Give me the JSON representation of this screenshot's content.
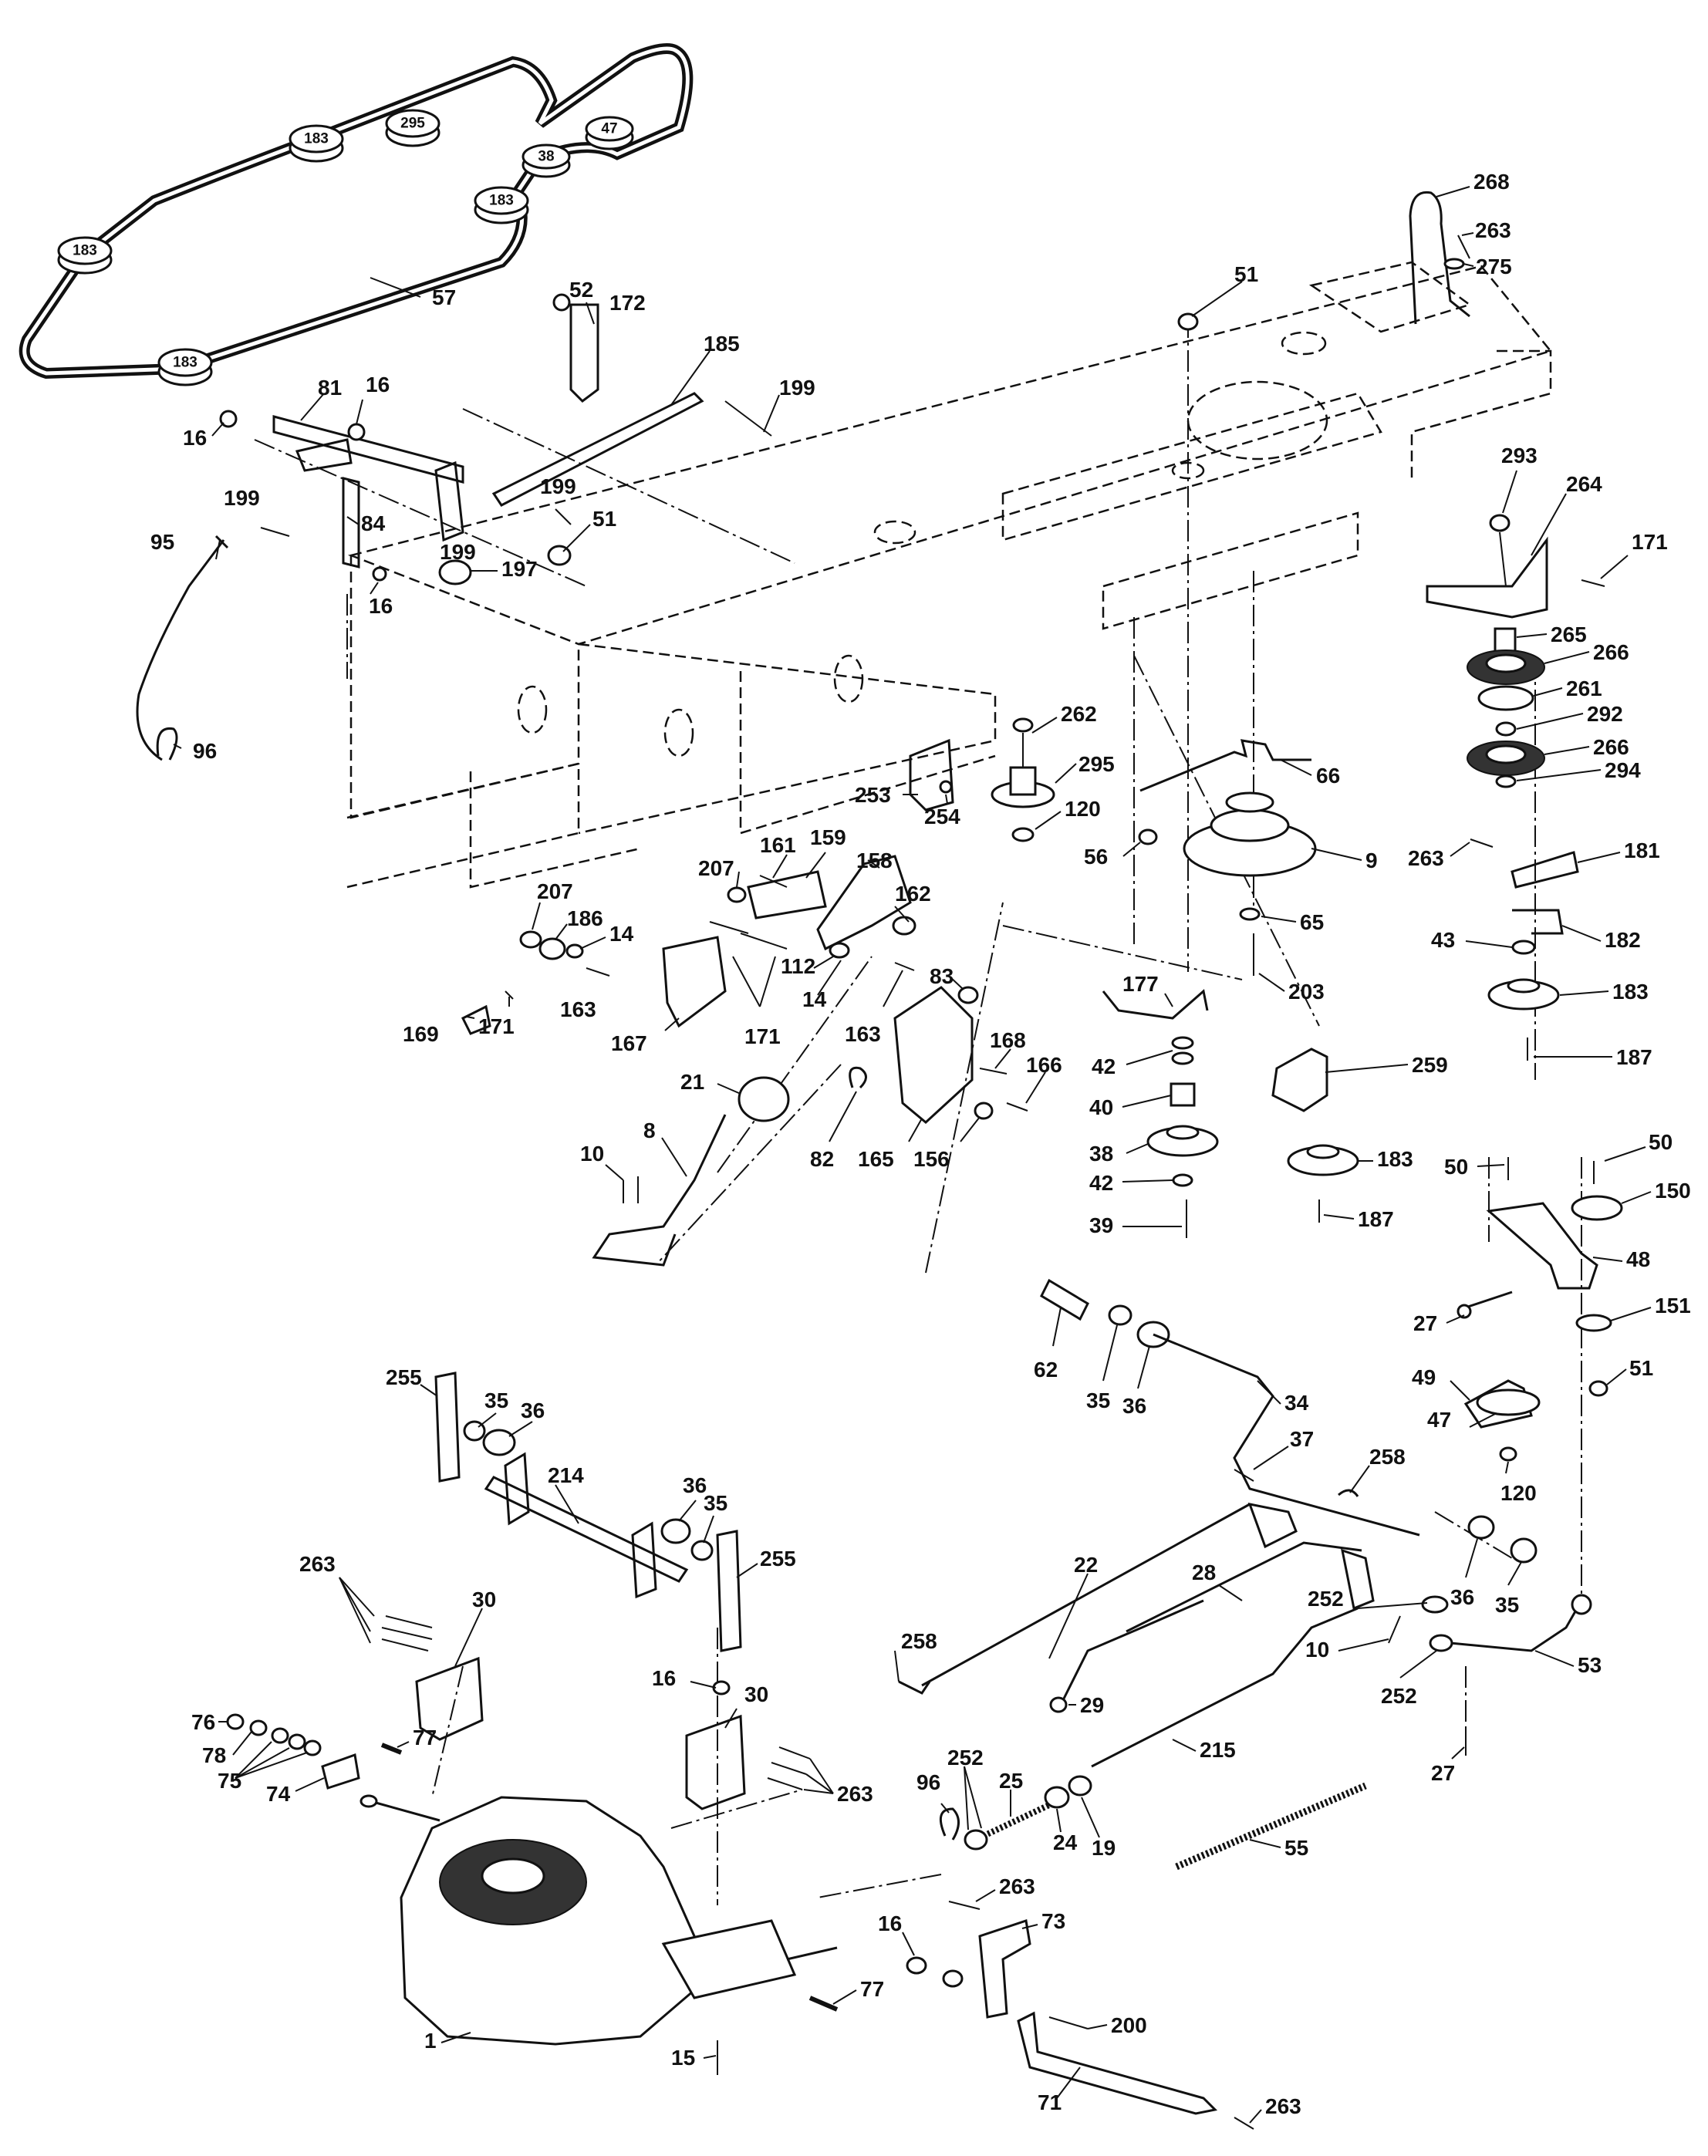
{
  "belt_routing": {
    "pulleys": [
      "183",
      "295",
      "47",
      "38",
      "183",
      "183",
      "183"
    ]
  },
  "callouts": [
    {
      "id": "c57",
      "label": "57"
    },
    {
      "id": "c52",
      "label": "52"
    },
    {
      "id": "c172",
      "label": "172"
    },
    {
      "id": "c185",
      "label": "185"
    },
    {
      "id": "c199a",
      "label": "199"
    },
    {
      "id": "c81",
      "label": "81"
    },
    {
      "id": "c16a",
      "label": "16"
    },
    {
      "id": "c16b",
      "label": "16"
    },
    {
      "id": "c199b",
      "label": "199"
    },
    {
      "id": "c199c",
      "label": "199"
    },
    {
      "id": "c199d",
      "label": "199"
    },
    {
      "id": "c84",
      "label": "84"
    },
    {
      "id": "c51a",
      "label": "51"
    },
    {
      "id": "c197",
      "label": "197"
    },
    {
      "id": "c16c",
      "label": "16"
    },
    {
      "id": "c95",
      "label": "95"
    },
    {
      "id": "c96a",
      "label": "96"
    },
    {
      "id": "c51b",
      "label": "51"
    },
    {
      "id": "c268",
      "label": "268"
    },
    {
      "id": "c263a",
      "label": "263"
    },
    {
      "id": "c275",
      "label": "275"
    },
    {
      "id": "c293",
      "label": "293"
    },
    {
      "id": "c264",
      "label": "264"
    },
    {
      "id": "c171a",
      "label": "171"
    },
    {
      "id": "c265",
      "label": "265"
    },
    {
      "id": "c266a",
      "label": "266"
    },
    {
      "id": "c261",
      "label": "261"
    },
    {
      "id": "c292",
      "label": "292"
    },
    {
      "id": "c266b",
      "label": "266"
    },
    {
      "id": "c294",
      "label": "294"
    },
    {
      "id": "c262",
      "label": "262"
    },
    {
      "id": "c295",
      "label": "295"
    },
    {
      "id": "c120a",
      "label": "120"
    },
    {
      "id": "c56",
      "label": "56"
    },
    {
      "id": "c66",
      "label": "66"
    },
    {
      "id": "c9",
      "label": "9"
    },
    {
      "id": "c263b",
      "label": "263"
    },
    {
      "id": "c181",
      "label": "181"
    },
    {
      "id": "c253",
      "label": "253"
    },
    {
      "id": "c254",
      "label": "254"
    },
    {
      "id": "c161",
      "label": "161"
    },
    {
      "id": "c159",
      "label": "159"
    },
    {
      "id": "c158",
      "label": "158"
    },
    {
      "id": "c207a",
      "label": "207"
    },
    {
      "id": "c162",
      "label": "162"
    },
    {
      "id": "c207b",
      "label": "207"
    },
    {
      "id": "c186",
      "label": "186"
    },
    {
      "id": "c14a",
      "label": "14"
    },
    {
      "id": "c112",
      "label": "112"
    },
    {
      "id": "c14b",
      "label": "14"
    },
    {
      "id": "c163a",
      "label": "163"
    },
    {
      "id": "c83",
      "label": "83"
    },
    {
      "id": "c163b",
      "label": "163"
    },
    {
      "id": "c65",
      "label": "65"
    },
    {
      "id": "c43",
      "label": "43"
    },
    {
      "id": "c182",
      "label": "182"
    },
    {
      "id": "c203",
      "label": "203"
    },
    {
      "id": "c183a",
      "label": "183"
    },
    {
      "id": "c169",
      "label": "169"
    },
    {
      "id": "c171b",
      "label": "171"
    },
    {
      "id": "c167",
      "label": "167"
    },
    {
      "id": "c171c",
      "label": "171"
    },
    {
      "id": "c177",
      "label": "177"
    },
    {
      "id": "c168",
      "label": "168"
    },
    {
      "id": "c187a",
      "label": "187"
    },
    {
      "id": "c166",
      "label": "166"
    },
    {
      "id": "c42a",
      "label": "42"
    },
    {
      "id": "c259",
      "label": "259"
    },
    {
      "id": "c21",
      "label": "21"
    },
    {
      "id": "c40",
      "label": "40"
    },
    {
      "id": "c8",
      "label": "8"
    },
    {
      "id": "c82",
      "label": "82"
    },
    {
      "id": "c165",
      "label": "165"
    },
    {
      "id": "c156",
      "label": "156"
    },
    {
      "id": "c38",
      "label": "38"
    },
    {
      "id": "c183b",
      "label": "183"
    },
    {
      "id": "c50a",
      "label": "50"
    },
    {
      "id": "c50b",
      "label": "50"
    },
    {
      "id": "c10a",
      "label": "10"
    },
    {
      "id": "c42b",
      "label": "42"
    },
    {
      "id": "c150",
      "label": "150"
    },
    {
      "id": "c187b",
      "label": "187"
    },
    {
      "id": "c39",
      "label": "39"
    },
    {
      "id": "c48",
      "label": "48"
    },
    {
      "id": "c27a",
      "label": "27"
    },
    {
      "id": "c151",
      "label": "151"
    },
    {
      "id": "c62",
      "label": "62"
    },
    {
      "id": "c51c",
      "label": "51"
    },
    {
      "id": "c49",
      "label": "49"
    },
    {
      "id": "c35a",
      "label": "35"
    },
    {
      "id": "c36a",
      "label": "36"
    },
    {
      "id": "c34",
      "label": "34"
    },
    {
      "id": "c47",
      "label": "47"
    },
    {
      "id": "c255a",
      "label": "255"
    },
    {
      "id": "c35b",
      "label": "35"
    },
    {
      "id": "c36b",
      "label": "36"
    },
    {
      "id": "c37",
      "label": "37"
    },
    {
      "id": "c120b",
      "label": "120"
    },
    {
      "id": "c258a",
      "label": "258"
    },
    {
      "id": "c214",
      "label": "214"
    },
    {
      "id": "c36c",
      "label": "36"
    },
    {
      "id": "c35c",
      "label": "35"
    },
    {
      "id": "c255b",
      "label": "255"
    },
    {
      "id": "c22",
      "label": "22"
    },
    {
      "id": "c28",
      "label": "28"
    },
    {
      "id": "c36d",
      "label": "36"
    },
    {
      "id": "c35d",
      "label": "35"
    },
    {
      "id": "c263c",
      "label": "263"
    },
    {
      "id": "c30a",
      "label": "30"
    },
    {
      "id": "c252a",
      "label": "252"
    },
    {
      "id": "c258b",
      "label": "258"
    },
    {
      "id": "c10b",
      "label": "10"
    },
    {
      "id": "c53",
      "label": "53"
    },
    {
      "id": "c29",
      "label": "29"
    },
    {
      "id": "c252b",
      "label": "252"
    },
    {
      "id": "c16d",
      "label": "16"
    },
    {
      "id": "c30b",
      "label": "30"
    },
    {
      "id": "c76",
      "label": "76"
    },
    {
      "id": "c77a",
      "label": "77"
    },
    {
      "id": "c78",
      "label": "78"
    },
    {
      "id": "c215",
      "label": "215"
    },
    {
      "id": "c27b",
      "label": "27"
    },
    {
      "id": "c75",
      "label": "75"
    },
    {
      "id": "c252c",
      "label": "252"
    },
    {
      "id": "c74",
      "label": "74"
    },
    {
      "id": "c263d",
      "label": "263"
    },
    {
      "id": "c25",
      "label": "25"
    },
    {
      "id": "c96b",
      "label": "96"
    },
    {
      "id": "c24",
      "label": "24"
    },
    {
      "id": "c19",
      "label": "19"
    },
    {
      "id": "c55",
      "label": "55"
    },
    {
      "id": "c263e",
      "label": "263"
    },
    {
      "id": "c73",
      "label": "73"
    },
    {
      "id": "c16e",
      "label": "16"
    },
    {
      "id": "c77b",
      "label": "77"
    },
    {
      "id": "c200",
      "label": "200"
    },
    {
      "id": "c1",
      "label": "1"
    },
    {
      "id": "c15",
      "label": "15"
    },
    {
      "id": "c71",
      "label": "71"
    },
    {
      "id": "c263f",
      "label": "263"
    }
  ]
}
